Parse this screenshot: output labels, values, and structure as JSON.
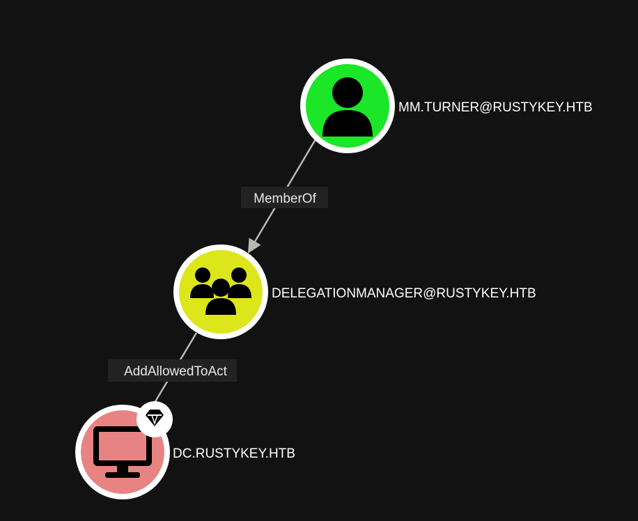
{
  "nodes": [
    {
      "id": "user",
      "type": "User",
      "label": "MM.TURNER@RUSTYKEY.HTB",
      "color": "#1be628",
      "icon": "user-icon"
    },
    {
      "id": "group",
      "type": "Group",
      "label": "DELEGATIONMANAGER@RUSTYKEY.HTB",
      "color": "#dde61b",
      "icon": "group-icon"
    },
    {
      "id": "computer",
      "type": "Computer",
      "label": "DC.RUSTYKEY.HTB",
      "color": "#e88383",
      "icon": "computer-icon",
      "badge": "gem-icon"
    }
  ],
  "edges": [
    {
      "from": "user",
      "to": "group",
      "label": "MemberOf"
    },
    {
      "from": "group",
      "to": "computer",
      "label": "AddAllowedToAct"
    }
  ],
  "colors": {
    "background": "#121212",
    "edge": "#b8b8b8",
    "node_border": "#ffffff",
    "edge_label_bg": "#222222"
  }
}
